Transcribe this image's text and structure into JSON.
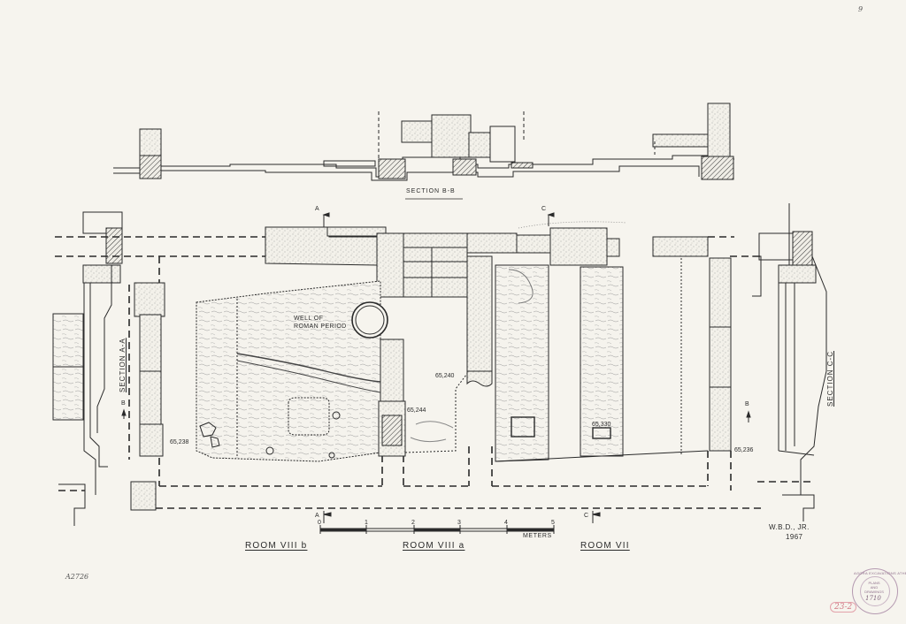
{
  "labels": {
    "section_bb": "SECTION B-B",
    "section_aa": "SECTION A-A",
    "section_cc": "SECTION C-C",
    "well": "WELL OF\nROMAN PERIOD",
    "room_viiib": "ROOM VIII b",
    "room_viiia": "ROOM VIII a",
    "room_vii": "ROOM VII",
    "meters": "METERS",
    "author": "W.B.D., JR.",
    "year": "1967",
    "inventory": "A2726",
    "corner_mark": "9",
    "marker_a": "A",
    "marker_b": "B",
    "marker_c": "C"
  },
  "elevations": [
    "65,240",
    "65,244",
    "65,238",
    "65,330",
    "65,236"
  ],
  "scale": {
    "ticks": [
      "0",
      "1",
      "2",
      "3",
      "4",
      "5"
    ]
  },
  "stamp": {
    "ring_text": "AGORA EXCAVATIONS ATHENS",
    "lines": [
      "PLANS",
      "AND",
      "DRAWINGS"
    ],
    "number": "1710",
    "red_mark": "23-2"
  },
  "colors": {
    "paper": "#f6f4ee",
    "ink": "#2a2a2a",
    "stipple": "#8a8a8a",
    "stamp_purple": "#a98aa6",
    "stamp_red": "#d27a86"
  }
}
